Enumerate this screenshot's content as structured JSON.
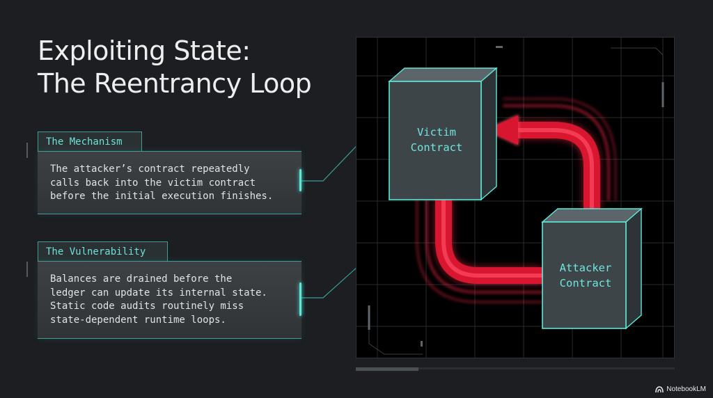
{
  "title": {
    "line1": "Exploiting State:",
    "line2": "The Reentrancy Loop"
  },
  "cards": [
    {
      "label": "The Mechanism",
      "text": "The attacker’s contract repeatedly\ncalls back into the victim contract\nbefore the initial execution finishes."
    },
    {
      "label": "The Vulnerability",
      "text": "Balances are drained before the\nledger can update its internal state.\nStatic code audits routinely miss\nstate-dependent runtime loops."
    }
  ],
  "diagram": {
    "victim": {
      "line1": "Victim",
      "line2": "Contract"
    },
    "attacker": {
      "line1": "Attacker",
      "line2": "Contract"
    }
  },
  "branding": {
    "text": "NotebookLM"
  },
  "colors": {
    "background": "#1c1e21",
    "accent_teal": "#5ee8d8",
    "label_teal": "#72e0da",
    "loop_red": "#ff2a48",
    "box_face": "#3e4548"
  }
}
